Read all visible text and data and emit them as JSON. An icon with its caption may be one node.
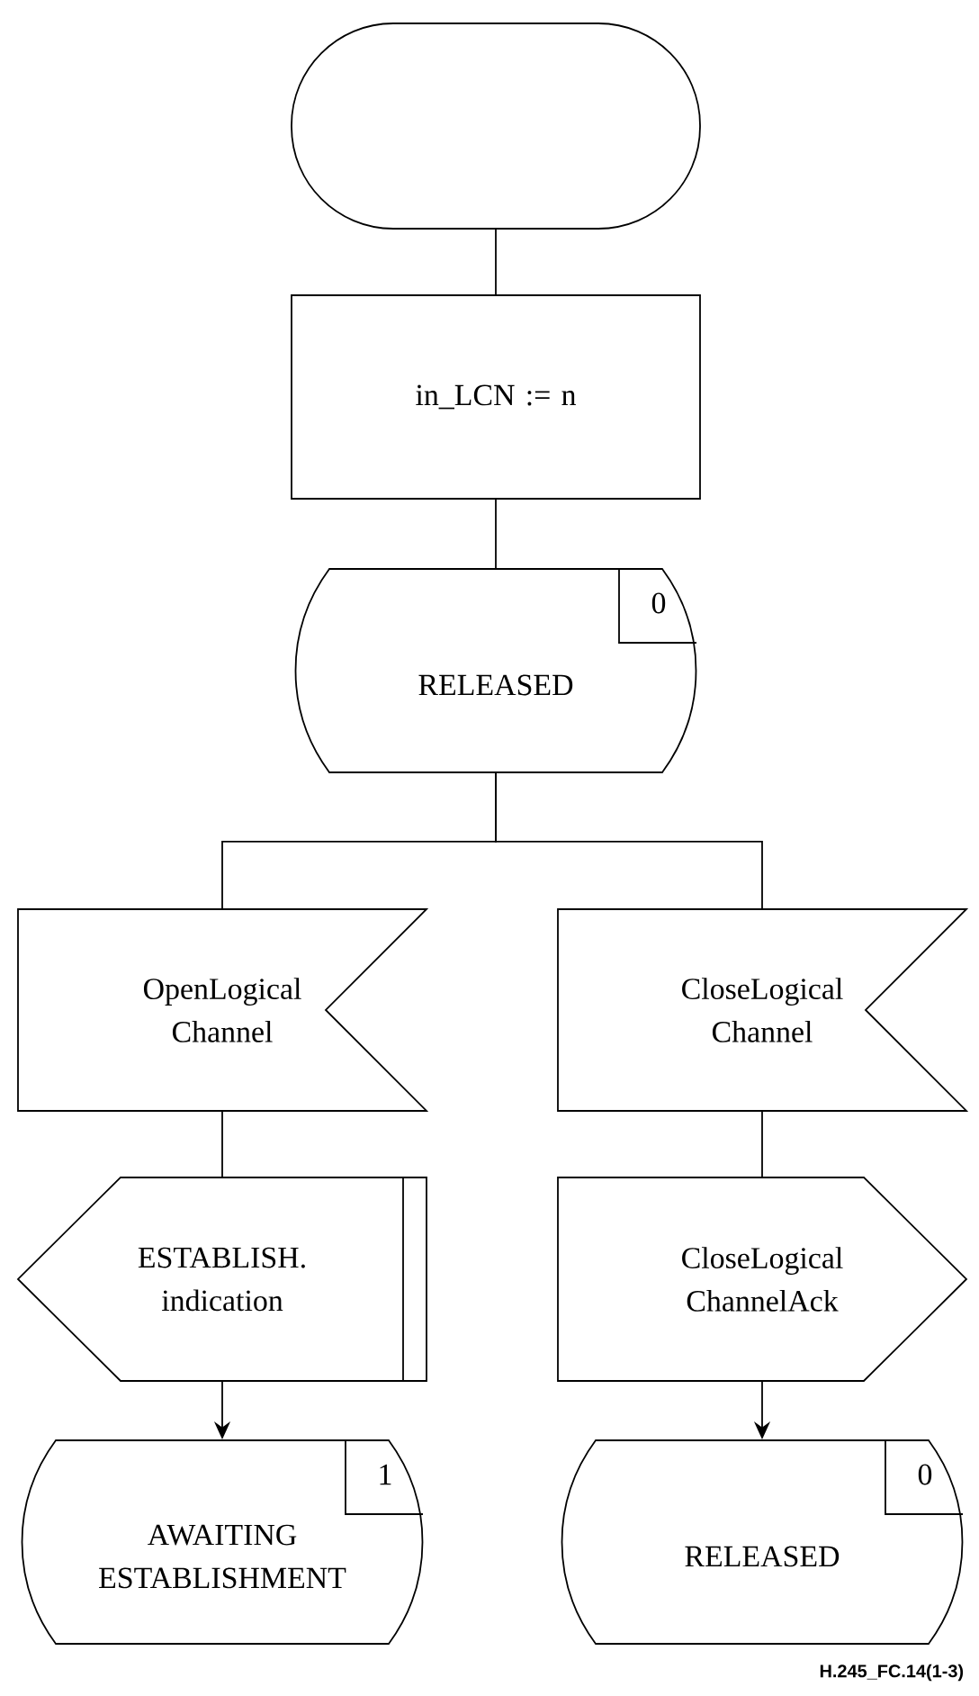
{
  "diagram": {
    "nodes": [
      {
        "text": [],
        "shape": "stadium"
      },
      {
        "text": [
          "in_LCN := n"
        ]
      },
      {
        "text": [
          "RELEASED",
          "0"
        ]
      },
      {
        "text": [
          "OpenLogical Channel"
        ]
      },
      {
        "text": [
          "CloseLogical Channel"
        ]
      },
      {
        "text": [
          "ESTABLISH. indication"
        ]
      },
      {
        "text": [
          "CloseLogical ChannelAck"
        ]
      },
      {
        "text": [
          "AWAITING ESTABLISHMENT",
          "1"
        ]
      },
      {
        "text": [
          "RELEASED",
          "0"
        ]
      }
    ],
    "edges": [
      {
        "from": 0,
        "to": 1,
        "arrow": "none"
      },
      {
        "from": 1,
        "to": 2,
        "arrow": "none"
      },
      {
        "from": 2,
        "to": 3,
        "arrow": "none"
      },
      {
        "from": 2,
        "to": 4,
        "arrow": "none"
      },
      {
        "from": 3,
        "to": 5,
        "arrow": "none"
      },
      {
        "from": 4,
        "to": 6,
        "arrow": "none"
      },
      {
        "from": 5,
        "to": 7,
        "arrow": "to"
      },
      {
        "from": 6,
        "to": 8,
        "arrow": "to"
      }
    ],
    "labels": [
      "H.245_FC.14(1-3)"
    ]
  }
}
